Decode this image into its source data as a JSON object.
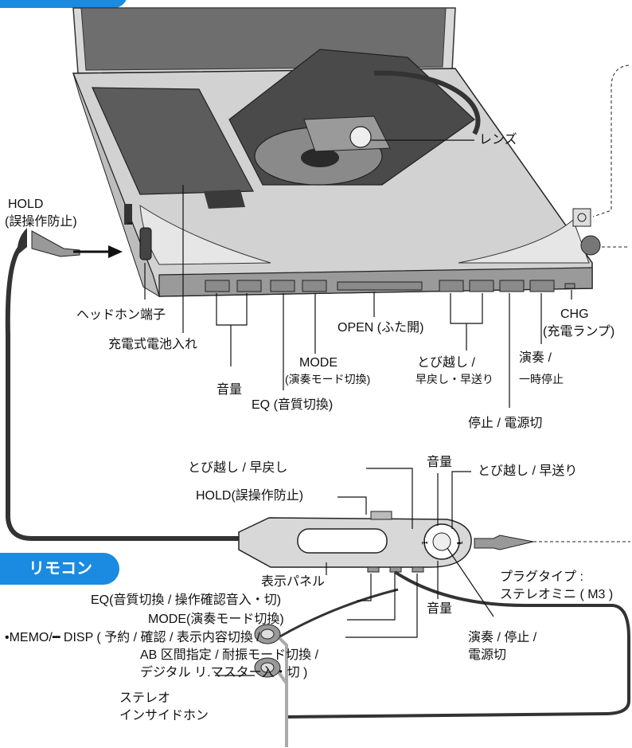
{
  "section_tab": "リモコン",
  "colors": {
    "accent": "#1a8be0",
    "line": "#111111",
    "device_body": "#c8c8c8",
    "device_dark": "#555555"
  },
  "labels": {
    "lens": "レンズ",
    "hold_main_1": "HOLD",
    "hold_main_2": "(誤操作防止)",
    "headphone_jack": "ヘッドホン端子",
    "battery_compartment": "充電式電池入れ",
    "volume_main": "音量",
    "eq_main": "EQ (音質切換)",
    "mode_main_1": "MODE",
    "mode_main_2": "(演奏モード切換)",
    "open": "OPEN (ふた開)",
    "skip_main_1": "とび越し /",
    "skip_main_2": "早戻し・早送り",
    "stop_main": "停止 / 電源切",
    "play_main_1": "演奏 /",
    "play_main_2": "一時停止",
    "chg_1": "CHG",
    "chg_2": "(充電ランプ)",
    "remote_volume_up": "音量",
    "remote_volume_down": "音量",
    "remote_skip_back": "とび越し / 早戻し",
    "remote_skip_fwd": "とび越し / 早送り",
    "remote_hold": "HOLD(誤操作防止)",
    "remote_display": "表示パネル",
    "remote_eq": "EQ(音質切換 / 操作確認音入・切)",
    "remote_mode": "MODE(演奏モード切換)",
    "remote_memo_1": "•MEMO/━ DISP ( 予約 / 確認 / 表示内容切換 /",
    "remote_memo_2": "AB 区間指定 / 耐振モード切換 /",
    "remote_memo_3": "デジタル リ.マスター入・切 )",
    "remote_play_1": "演奏 / 停止 /",
    "remote_play_2": "電源切",
    "plug_1": "プラグタイプ :",
    "plug_2": "ステレオミニ ( M3 )",
    "earphones_1": "ステレオ",
    "earphones_2": "インサイドホン"
  }
}
